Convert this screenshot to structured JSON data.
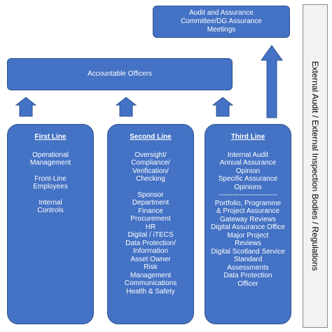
{
  "top_box": {
    "label": "Audit and Assurance Committee/DG Assurance Meetings"
  },
  "officers_box": {
    "label": "Accountable Officers"
  },
  "side_label": "External Audit / External Inspection Bodies / Regulations",
  "first_line": {
    "title": "First Line",
    "groups": [
      "Operational Management",
      "Front-Line Employees",
      "Internal Controls"
    ]
  },
  "second_line": {
    "title": "Second Line",
    "groups": [
      "Oversight/ Compliance/ Verification/ Checking"
    ],
    "items": [
      "Sponsor",
      "Department",
      "Finance",
      "Procurement",
      "HR",
      "Digital / iTECS",
      "Data Protection/",
      "Information",
      "Asset Owner",
      "Risk",
      "Management",
      "Communications",
      "Health & Safety"
    ]
  },
  "third_line": {
    "title": "Third Line",
    "items": [
      "Internal Audit",
      "Annual Assurance",
      "Opinion",
      "Specific Assurance",
      "Opinions",
      "-------------------------",
      "Portfolio, Programme",
      "& Project Assurance",
      "Gateway Reviews",
      "Digital Assurance Office",
      "Major Project",
      "Reviews",
      "Digital Scotland Service",
      "Standard",
      "Assessments",
      "Data Protection",
      "Officer"
    ]
  },
  "colors": {
    "box_fill": "#4472c4",
    "box_border": "#2f528f",
    "side_fill": "#f2f2f2"
  }
}
